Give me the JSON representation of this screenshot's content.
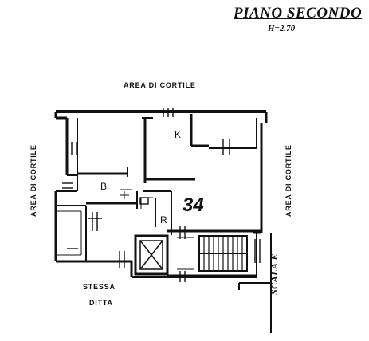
{
  "plan": {
    "floor_title": "PIANO SECONDO",
    "floor_height": "H=2.70",
    "courtyard_top": "AREA DI CORTILE",
    "courtyard_left": "AREA DI CORTILE",
    "courtyard_right": "AREA DI CORTILE",
    "room_k": "K",
    "room_b": "B",
    "room_r": "R",
    "unit_number": "34",
    "neighbor_line1": "STESSA",
    "neighbor_line2": "DITTA",
    "stair_label": "SCALA E"
  },
  "colors": {
    "ink": "#111111",
    "paper": "#ffffff"
  }
}
